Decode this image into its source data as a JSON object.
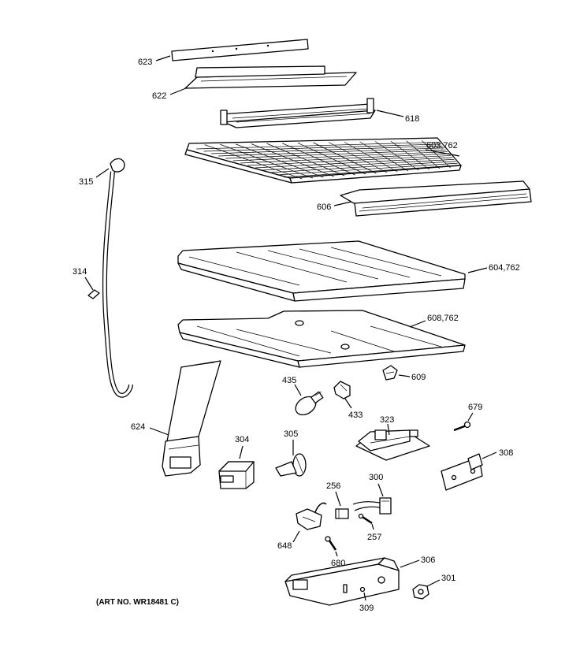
{
  "labels": {
    "p623": "623",
    "p622": "622",
    "p618": "618",
    "p603": "603,762",
    "p606": "606",
    "p315": "315",
    "p314": "314",
    "p604": "604,762",
    "p608": "608,762",
    "p609": "609",
    "p435": "435",
    "p433": "433",
    "p323": "323",
    "p679": "679",
    "p624": "624",
    "p304": "304",
    "p305": "305",
    "p308": "308",
    "p256": "256",
    "p300": "300",
    "p257": "257",
    "p648": "648",
    "p680": "680",
    "p306": "306",
    "p301": "301",
    "p309": "309"
  },
  "art_number": "(ART NO. WR18481 C)"
}
